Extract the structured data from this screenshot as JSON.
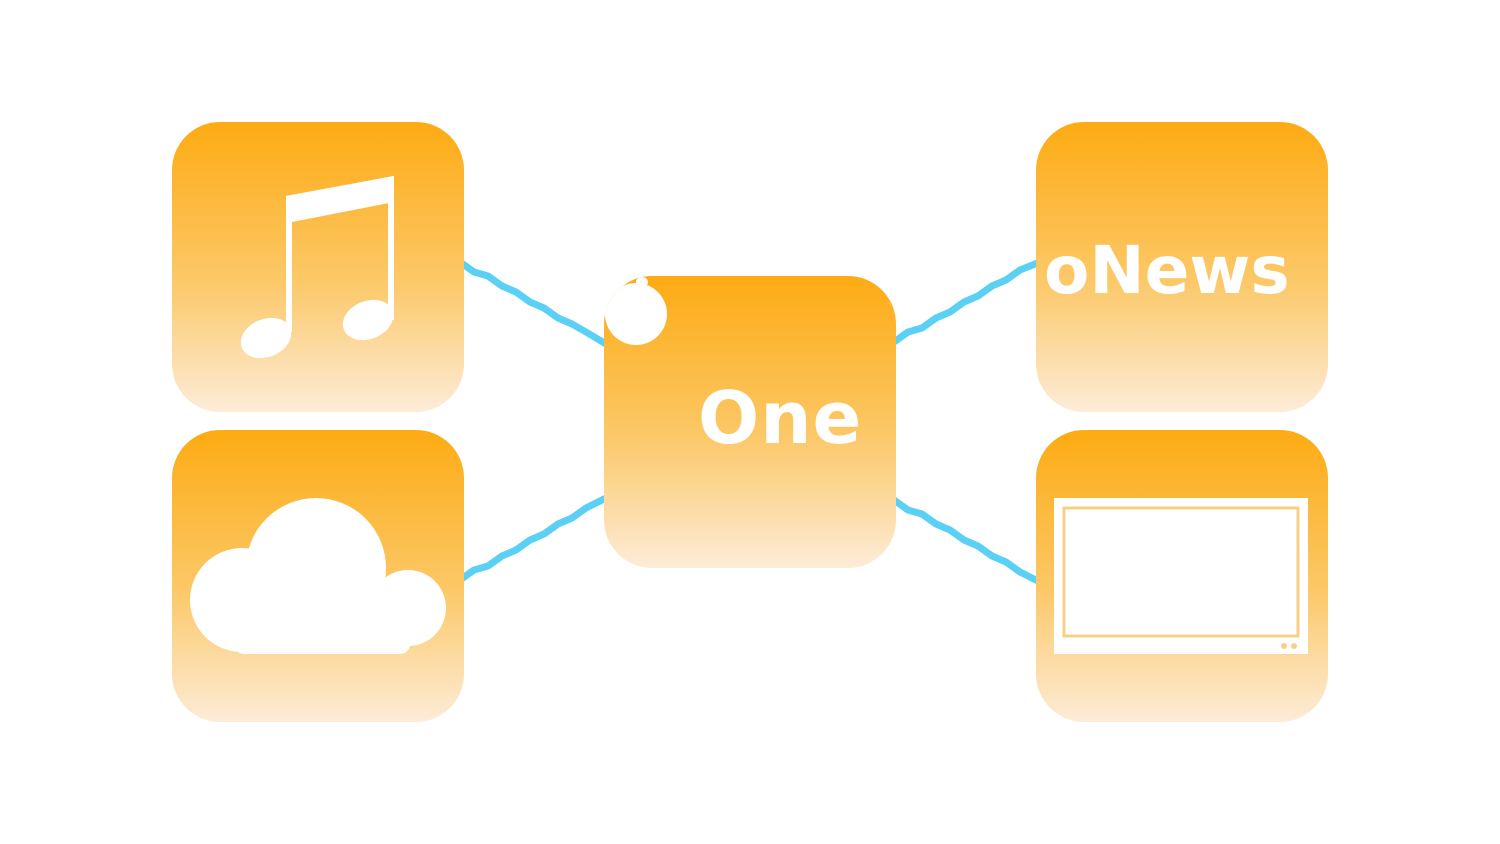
{
  "colors": {
    "tile_top": "#fdab13",
    "tile_mid": "#fcc868",
    "tile_bottom": "#fdecd8",
    "connector": "#5bd0f5",
    "glyph": "#ffffff",
    "tv_frame": "#f7cf86"
  },
  "diagram": {
    "center": {
      "label": "One",
      "icon": "fruit-logo-icon"
    },
    "tiles": [
      {
        "id": "music",
        "icon": "music-note-icon"
      },
      {
        "id": "cloud",
        "icon": "cloud-icon"
      },
      {
        "id": "news",
        "label": "oNews"
      },
      {
        "id": "tv",
        "icon": "tv-screen-icon"
      }
    ],
    "connections": [
      [
        "music",
        "center"
      ],
      [
        "cloud",
        "center"
      ],
      [
        "center",
        "news"
      ],
      [
        "center",
        "tv"
      ]
    ]
  }
}
